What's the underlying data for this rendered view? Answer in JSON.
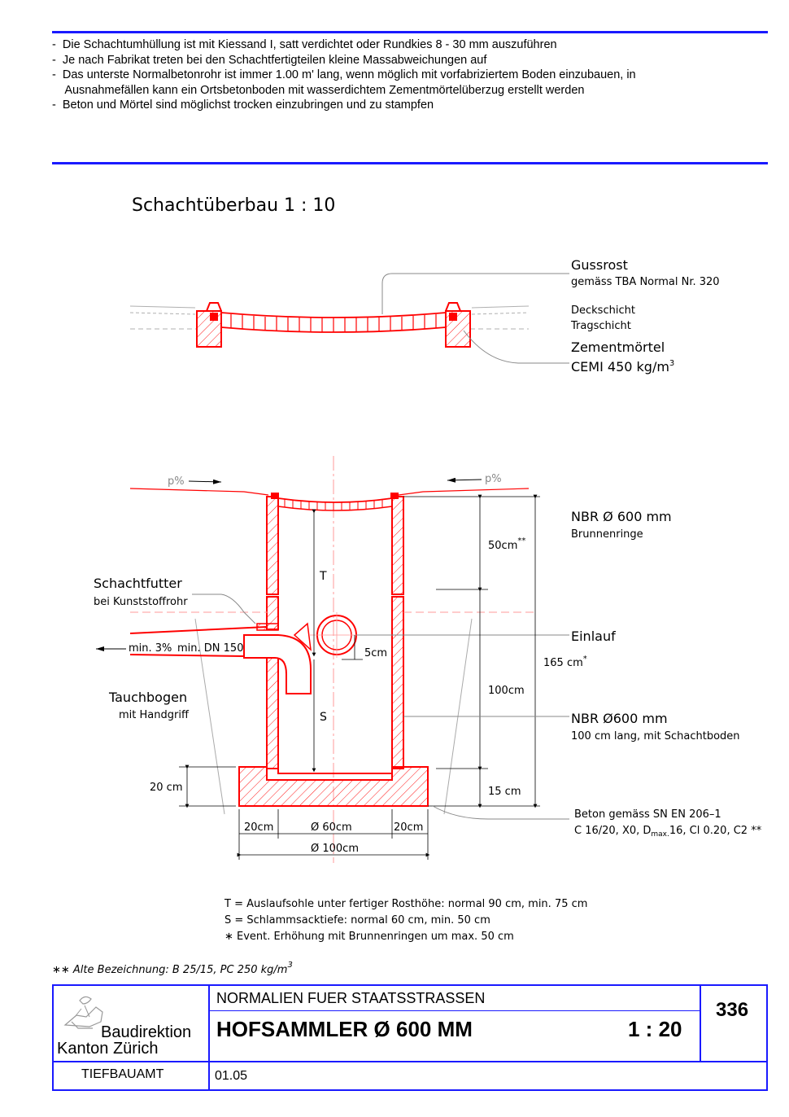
{
  "notes": [
    "-  Die Schachtumhüllung ist mit Kiessand I, satt verdichtet oder Rundkies 8 - 30 mm auszuführen",
    "-  Je nach Fabrikat treten bei den Schachtfertigteilen kleine Massabweichungen auf",
    "-  Das unterste Normalbetonrohr ist immer 1.00 m' lang, wenn möglich mit vorfabriziertem Boden einzubauen, in",
    "    Ausnahmefällen kann ein Ortsbetonboden mit wasserdichtem Zementmörtelüberzug erstellt werden",
    "-  Beton und Mörtel sind möglichst trocken einzubringen und zu stampfen"
  ],
  "section_title": "Schachtüberbau 1 : 10",
  "top_detail": {
    "gussrost_title": "Gussrost",
    "gussrost_sub": "gemäss TBA Normal Nr. 320",
    "deckschicht": "Deckschicht",
    "tragschicht": "Tragschicht",
    "zementmoertel_title": "Zementmörtel",
    "zementmoertel_sub": "CEMI 450 kg/m",
    "zementmoertel_sup": "3"
  },
  "main_detail": {
    "slope_left": "p%",
    "slope_right": "p%",
    "nbr_top_title": "NBR  Ø 600 mm",
    "nbr_top_sub": "Brunnenringe",
    "dim_50": "50cm",
    "dim_50_mark": "**",
    "label_T": "T",
    "label_S": "S",
    "schachtfutter_title": "Schachtfutter",
    "schachtfutter_sub": "bei Kunststoffrohr",
    "min_slope": "min. 3%",
    "min_dn": "min. DN 150",
    "dim_5": "5cm",
    "einlauf": "Einlauf",
    "dim_165": "165 cm",
    "dim_165_mark": "*",
    "dim_100": "100cm",
    "tauchbogen_title": "Tauchbogen",
    "tauchbogen_sub": "mit Handgriff",
    "nbr_bottom_title": "NBR  Ø600 mm",
    "nbr_bottom_sub": "100 cm lang, mit Schachtboden",
    "dim_20_v": "20 cm",
    "dim_15": "15 cm",
    "beton_line1": "Beton gemäss SN EN 206–1",
    "beton_line2_a": "C 16/20, X0, D",
    "beton_line2_sub": "max.",
    "beton_line2_b": "16, Cl 0.20, C2 **",
    "dim_20_left": "20cm",
    "dim_60": "Ø  60cm",
    "dim_20_right": "20cm",
    "dim_100_total": "Ø  100cm"
  },
  "legend": [
    "T = Auslaufsohle unter fertiger Rosthöhe: normal 90 cm, min. 75 cm",
    "S = Schlammsacktiefe: normal 60 cm, min. 50 cm",
    "∗     Event. Erhöhung mit Brunnenringen um max. 50 cm"
  ],
  "footnote": "∗∗ Alte Bezeichnung: B 25/15, PC 250 kg/m",
  "footnote_sup": "3",
  "title_block": {
    "org_line1": "Baudirektion",
    "org_line2": "Kanton Zürich",
    "department": "TIEFBAUAMT",
    "series": "NORMALIEN  FUER  STAATSSTRASSEN",
    "title": "HOFSAMMLER  Ø 600 MM",
    "scale": "1 : 20",
    "number": "336",
    "date": "01.05"
  },
  "colors": {
    "accent_blue": "#1a1aff",
    "drawing_red": "#ff0000",
    "line_gray": "#808080"
  }
}
